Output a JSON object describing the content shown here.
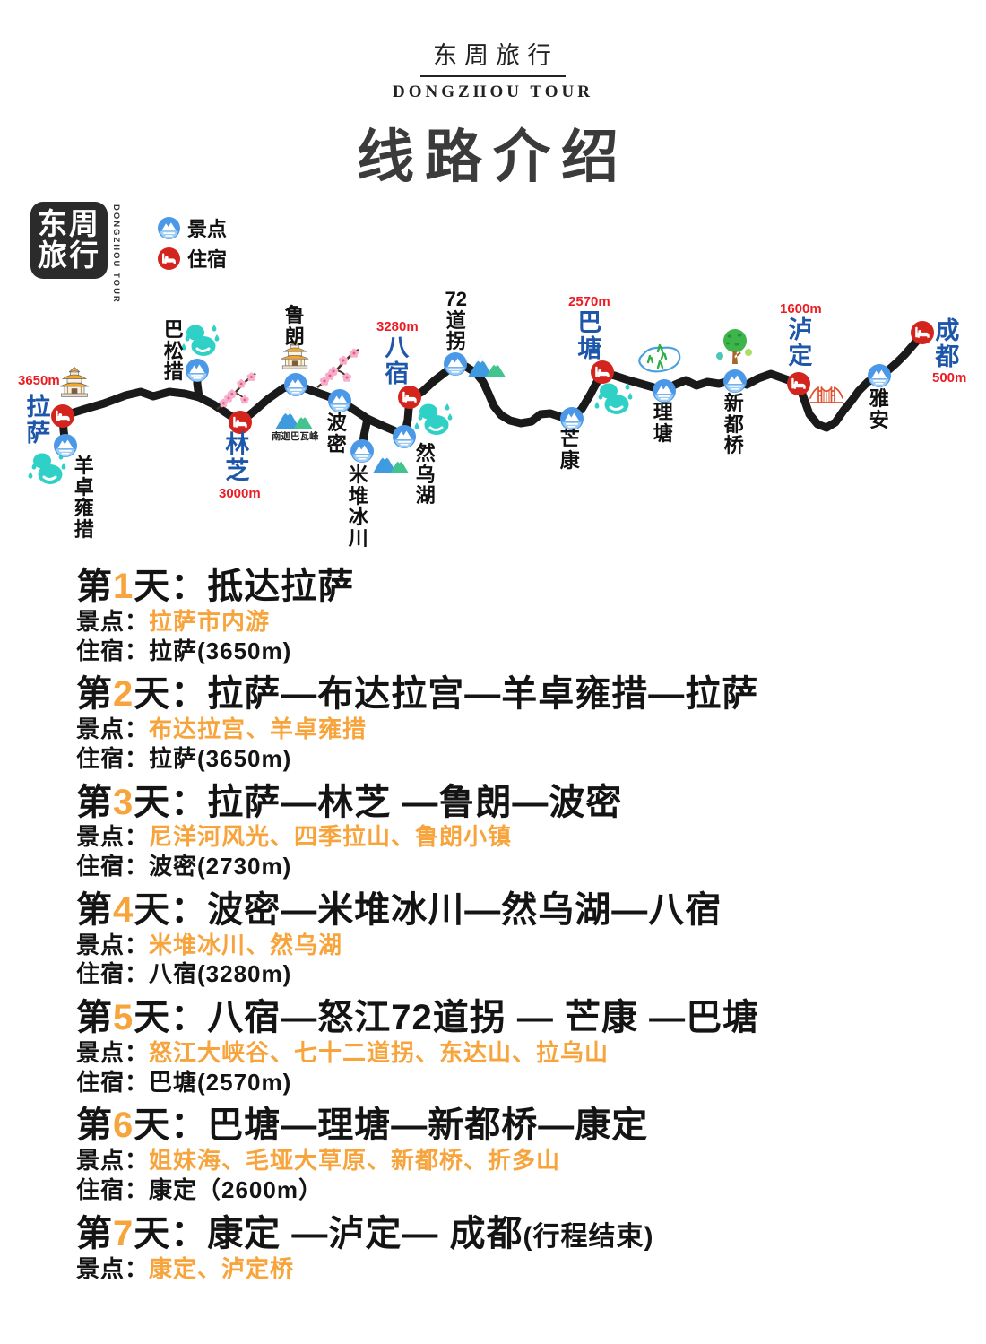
{
  "header": {
    "brand_cn": "东周旅行",
    "brand_en": "DONGZHOU TOUR",
    "title": "线路介绍"
  },
  "logo": {
    "line1": "东周",
    "line2": "旅行",
    "side": "DONGZHOU TOUR"
  },
  "legend": {
    "scenic": "景点",
    "lodging": "住宿"
  },
  "colors": {
    "accent_orange": "#F7A43C",
    "city_blue": "#1E56A9",
    "altitude_red": "#ED1C24",
    "route_black": "#1A1A1A",
    "scenic_blue": "#4B98E8",
    "lodging_red": "#D3251D",
    "lake_teal": "#2FD0C5"
  },
  "map": {
    "stops": {
      "lhasa": {
        "name": "拉萨",
        "alt": "3650m"
      },
      "yamdrok": {
        "name": "羊卓雍措"
      },
      "basum": {
        "name": "巴松措"
      },
      "linzhi": {
        "name": "林芝",
        "alt": "3000m"
      },
      "lulang": {
        "name": "鲁朗"
      },
      "nanjiabawa": {
        "name": "南迦巴瓦峰"
      },
      "bomi": {
        "name": "波密"
      },
      "midui": {
        "name": "米堆冰川"
      },
      "ranwu": {
        "name": "然乌湖"
      },
      "basu": {
        "name": "八宿",
        "alt": "3280m"
      },
      "daoguai": {
        "name": "72道拐"
      },
      "mangkang": {
        "name": "芒康"
      },
      "batang": {
        "name": "巴塘",
        "alt": "2570m"
      },
      "litang": {
        "name": "理塘"
      },
      "xinduqiao": {
        "name": "新都桥"
      },
      "luding": {
        "name": "泸定",
        "alt": "1600m"
      },
      "yaan": {
        "name": "雅安"
      },
      "chengdu": {
        "name": "成都",
        "alt": "500m"
      }
    }
  },
  "itinerary": {
    "day_prefix": "第",
    "day_suffix": "天：",
    "scenic_label": "景点：",
    "lodging_label": "住宿：",
    "days": [
      {
        "no": "1",
        "route": "抵达拉萨",
        "scenic": "拉萨市内游",
        "lodging": "拉萨(3650m)"
      },
      {
        "no": "2",
        "route": "拉萨—布达拉宫—羊卓雍措—拉萨",
        "scenic": "布达拉宫、羊卓雍措",
        "lodging": "拉萨(3650m)"
      },
      {
        "no": "3",
        "route": "拉萨—林芝 —鲁朗—波密",
        "scenic": "尼洋河风光、四季拉山、鲁朗小镇",
        "lodging": "波密(2730m)"
      },
      {
        "no": "4",
        "route": "波密—米堆冰川—然乌湖—八宿",
        "scenic": "米堆冰川、然乌湖",
        "lodging": "八宿(3280m)"
      },
      {
        "no": "5",
        "route": "八宿—怒江72道拐 — 芒康 —巴塘",
        "scenic": "怒江大峡谷、七十二道拐、东达山、拉乌山",
        "lodging": "巴塘(2570m)"
      },
      {
        "no": "6",
        "route": "巴塘—理塘—新都桥—康定",
        "scenic": "姐妹海、毛垭大草原、新都桥、折多山",
        "lodging": "康定（2600m）"
      },
      {
        "no": "7",
        "route": "康定 —泸定— 成都",
        "note": "(行程结束)",
        "scenic": "康定、泸定桥"
      }
    ]
  }
}
